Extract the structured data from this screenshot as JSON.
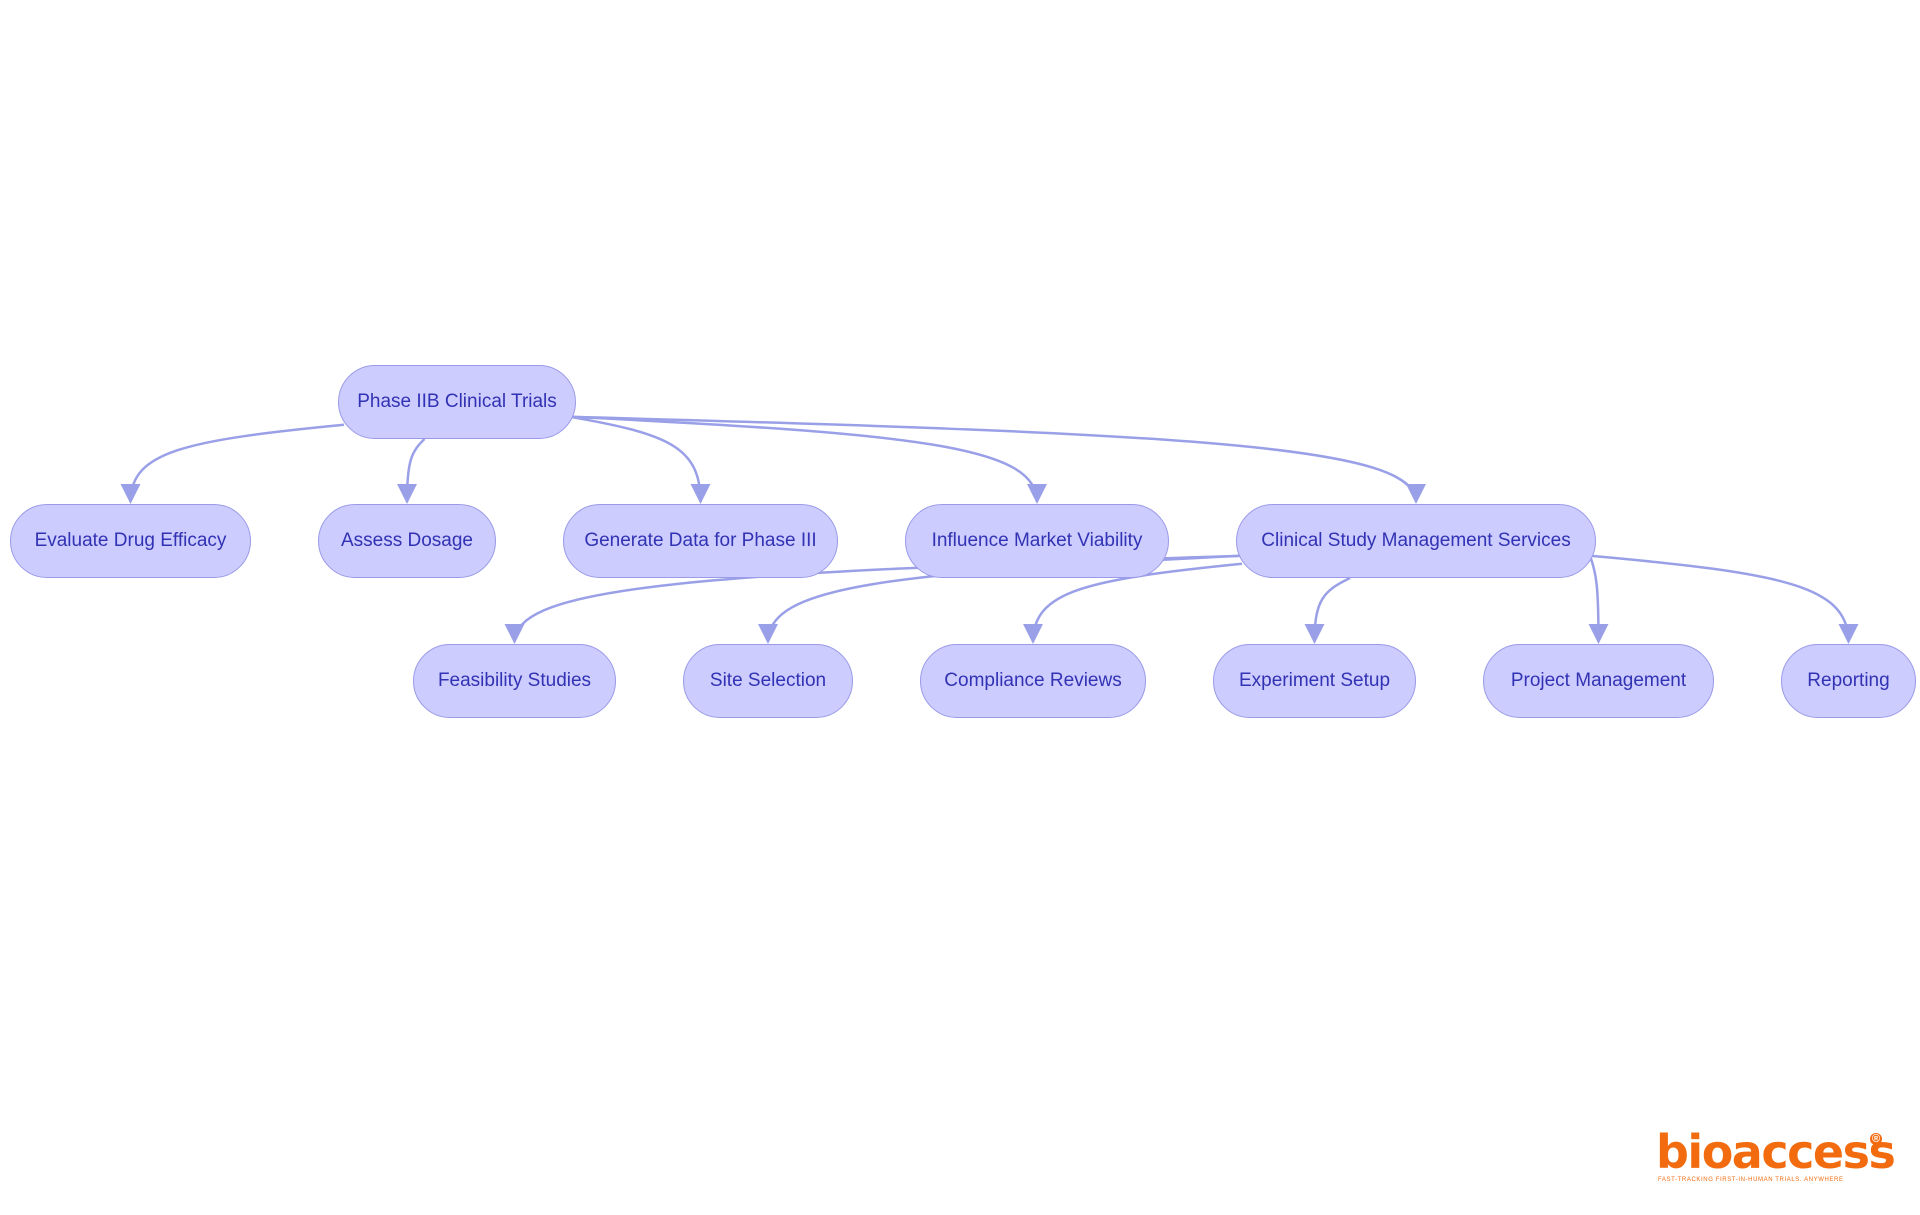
{
  "colors": {
    "node_fill": "#ccccff",
    "node_border": "#9a9ae8",
    "node_text": "#3232b4",
    "edge": "#9aa0e8",
    "logo": "#f26b0f"
  },
  "diagram": {
    "nodes": [
      {
        "id": "root",
        "label": "Phase IIB Clinical Trials"
      },
      {
        "id": "efficacy",
        "label": "Evaluate Drug Efficacy"
      },
      {
        "id": "dosage",
        "label": "Assess Dosage"
      },
      {
        "id": "phase3",
        "label": "Generate Data for Phase III"
      },
      {
        "id": "market",
        "label": "Influence Market Viability"
      },
      {
        "id": "csms",
        "label": "Clinical Study Management Services"
      },
      {
        "id": "feasibility",
        "label": "Feasibility Studies"
      },
      {
        "id": "site",
        "label": "Site Selection"
      },
      {
        "id": "compliance",
        "label": "Compliance Reviews"
      },
      {
        "id": "experiment",
        "label": "Experiment Setup"
      },
      {
        "id": "project",
        "label": "Project Management"
      },
      {
        "id": "reporting",
        "label": "Reporting"
      }
    ],
    "edges": [
      {
        "from": "root",
        "to": "efficacy"
      },
      {
        "from": "root",
        "to": "dosage"
      },
      {
        "from": "root",
        "to": "phase3"
      },
      {
        "from": "root",
        "to": "market"
      },
      {
        "from": "root",
        "to": "csms"
      },
      {
        "from": "csms",
        "to": "feasibility"
      },
      {
        "from": "csms",
        "to": "site"
      },
      {
        "from": "csms",
        "to": "compliance"
      },
      {
        "from": "csms",
        "to": "experiment"
      },
      {
        "from": "csms",
        "to": "project"
      },
      {
        "from": "csms",
        "to": "reporting"
      }
    ]
  },
  "logo": {
    "wordmark": "bioaccess",
    "registered": "®",
    "tagline": "FAST-TRACKING FIRST-IN-HUMAN TRIALS. ANYWHERE"
  }
}
